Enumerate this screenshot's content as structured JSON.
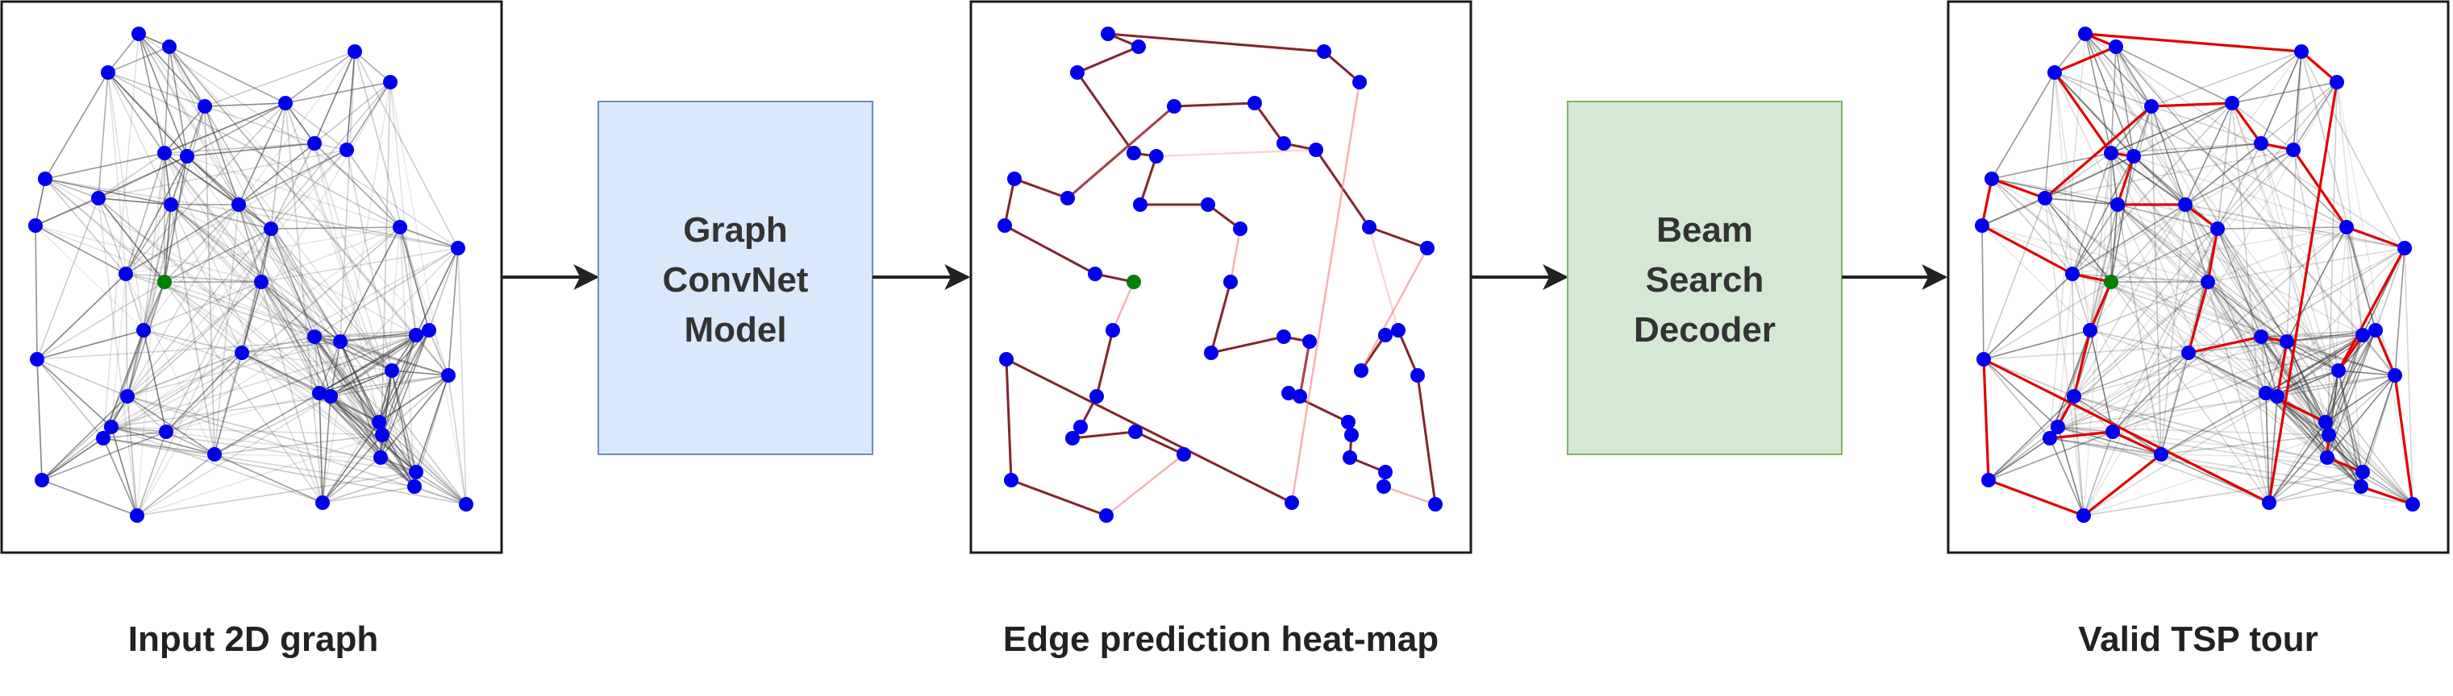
{
  "boxes": {
    "model": {
      "lines": [
        "Graph",
        "ConvNet",
        "Model"
      ],
      "fill": "#dae8fc",
      "stroke": "#6c8ebf"
    },
    "decoder": {
      "lines": [
        "Beam",
        "Search",
        "Decoder"
      ],
      "fill": "#d5e8d4",
      "stroke": "#82b366"
    }
  },
  "captions": {
    "input": "Input 2D graph",
    "heatmap": "Edge prediction heat-map",
    "tour": "Valid TSP tour"
  },
  "colors": {
    "node": "#0000ee",
    "start_node": "#008000",
    "edge_dense": "#333333",
    "tour_edge": "#e00000",
    "heat_edge_strong": "#7a1a22",
    "heat_edge_weak": "#f08080"
  }
}
